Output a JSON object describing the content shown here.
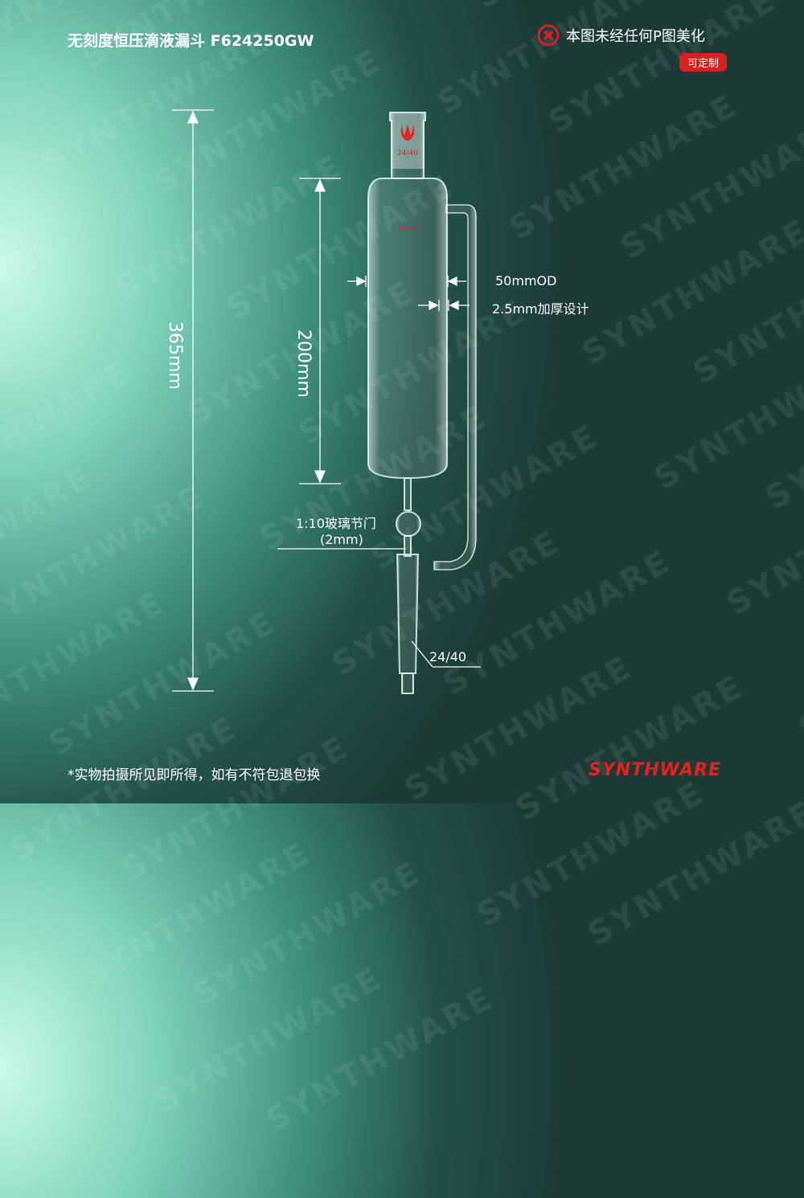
{
  "header": {
    "title": "无刻度恒压滴液漏斗 F624250GW",
    "notice": "本图未经任何P图美化",
    "custom_badge": "可定制"
  },
  "product": {
    "joint_marking": "24/40",
    "volume_marking": "250 mL"
  },
  "dimensions": {
    "total_height": "365mm",
    "body_height": "200mm",
    "outer_diameter": "50mmOD",
    "wall": "2.5mm加厚设计",
    "stopcock": "1:10玻璃节门",
    "stopcock_bore": "(2mm)",
    "bottom_joint": "24/40"
  },
  "footer": {
    "disclaimer": "*实物拍摄所见即所得，如有不符包退包换",
    "brand": "SYNTHWARE"
  },
  "colors": {
    "accent": "#e3231f"
  },
  "watermark": "SYNTHWARE"
}
